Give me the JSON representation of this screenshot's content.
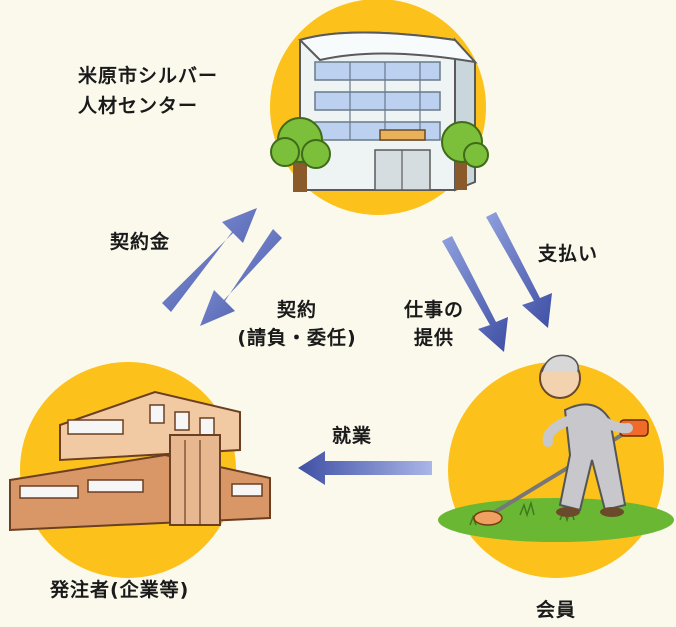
{
  "nodes": {
    "center_name_line1": "米原市シルバー",
    "center_name_line2": "人材センター",
    "client_name": "発注者(企業等)",
    "member_name": "会員"
  },
  "edges": {
    "contract_fee": "契約金",
    "contract_line1": "契約",
    "contract_line2": "(請負・委任)",
    "payment": "支払い",
    "job_provision_line1": "仕事の",
    "job_provision_line2": "提供",
    "employment": "就業"
  },
  "colors": {
    "background": "#fbf9ec",
    "circle": "#fcc21b",
    "arrow": "#4f5fb0",
    "lawn": "#69b733"
  }
}
